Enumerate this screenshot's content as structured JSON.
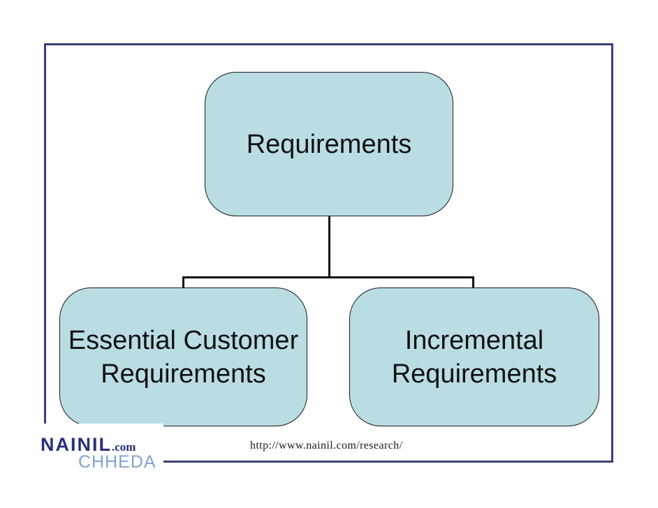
{
  "diagram": {
    "nodes": {
      "root": "Requirements",
      "left": "Essential Customer Requirements",
      "right": "Incremental Requirements"
    },
    "node_fill_color": "#b9dde2",
    "node_border_color": "#1a1a1a",
    "connector_color": "#111111"
  },
  "footer": {
    "brand_primary": "NAINIL",
    "brand_tld": ".com",
    "brand_secondary": "CHHEDA",
    "url": "http://www.nainil.com/research/"
  },
  "colors": {
    "slide_border": "#3b3e78",
    "brand_primary_color": "#2a3178",
    "brand_secondary_color": "#7fa3d2",
    "background": "#ffffff"
  }
}
